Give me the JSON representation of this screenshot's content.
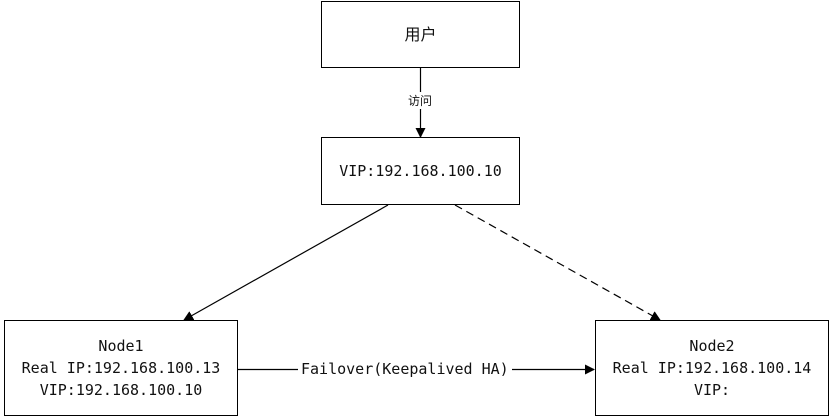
{
  "nodes": {
    "user": {
      "label": "用户"
    },
    "vip": {
      "label": "VIP:192.168.100.10"
    },
    "node1": {
      "name": "Node1",
      "real_ip": "Real IP:192.168.100.13",
      "vip": "VIP:192.168.100.10"
    },
    "node2": {
      "name": "Node2",
      "real_ip": "Real IP:192.168.100.14",
      "vip": "VIP:"
    }
  },
  "edges": {
    "user_to_vip": {
      "label": "访问",
      "style": "solid"
    },
    "vip_to_node1": {
      "style": "solid"
    },
    "vip_to_node2": {
      "style": "dashed"
    },
    "node1_to_node2": {
      "label": "Failover(Keepalived HA)",
      "style": "solid"
    }
  },
  "colors": {
    "line": "#000000",
    "background": "#ffffff"
  }
}
